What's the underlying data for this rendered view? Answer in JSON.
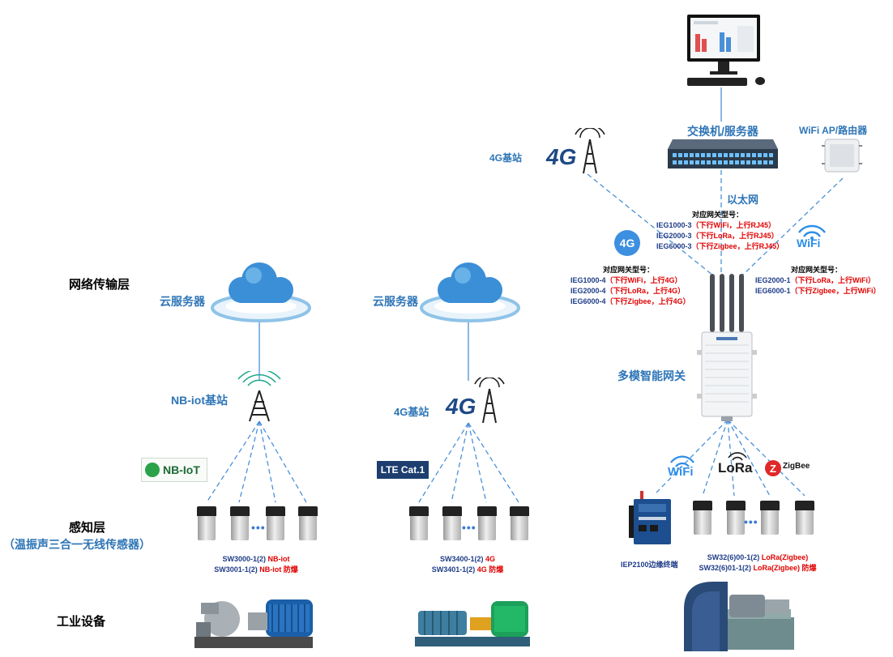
{
  "layers": {
    "network": "网络传输层",
    "perception": "感知层",
    "perception_sub": "（温振声三合一无线传感器）",
    "industrial": "工业设备"
  },
  "col1": {
    "cloud_label": "云服务器",
    "station_label": "NB-iot基站",
    "badge": "NB-IoT",
    "model1_prefix": "SW3000-1(2) ",
    "model1_red": "NB-iot",
    "model2_prefix": "SW3001-1(2) ",
    "model2_red": "NB-iot 防爆"
  },
  "col2": {
    "cloud_label": "云服务器",
    "station_label": "4G基站",
    "badge": "LTE Cat.1",
    "tower_text": "4G",
    "model1_prefix": "SW3400-1(2) ",
    "model1_red": "4G",
    "model2_prefix": "SW3401-1(2) ",
    "model2_red": "4G 防爆"
  },
  "col3": {
    "switch_label": "交换机/服务器",
    "wifi_ap_label": "WiFi AP/路由器",
    "station_label": "4G基站",
    "tower_text": "4G",
    "ethernet_label": "以太网",
    "gateway_label": "多模智能网关",
    "badge_4g": "4G",
    "wifi_text": "WiFi",
    "lora_text": "LoRa",
    "zigbee_text": "ZigBee",
    "edge_label": "IEP2100边缘终端",
    "group_top": {
      "title": "对应网关型号：",
      "rows": [
        {
          "model": "IEG1000-3",
          "p1": "（下行",
          "down": "WiFi",
          "p2": "，上行",
          "up": "RJ45",
          "p3": "）"
        },
        {
          "model": "IEG2000-3",
          "p1": "（下行",
          "down": "LoRa",
          "p2": "，上行",
          "up": "RJ45",
          "p3": "）"
        },
        {
          "model": "IEG6000-3",
          "p1": "（下行",
          "down": "Zigbee",
          "p2": "，上行",
          "up": "RJ45",
          "p3": "）"
        }
      ]
    },
    "group_left": {
      "title": "对应网关型号：",
      "rows": [
        {
          "model": "IEG1000-4",
          "p1": "（下行",
          "down": "WiFi",
          "p2": "，上行",
          "up": "4G",
          "p3": "）"
        },
        {
          "model": "IEG2000-4",
          "p1": "（下行",
          "down": "LoRa",
          "p2": "，上行",
          "up": "4G",
          "p3": "）"
        },
        {
          "model": "IEG6000-4",
          "p1": "（下行",
          "down": "Zigbee",
          "p2": "，上行",
          "up": "4G",
          "p3": "）"
        }
      ]
    },
    "group_right": {
      "title": "对应网关型号：",
      "rows": [
        {
          "model": "IEG2000-1",
          "p1": "（下行",
          "down": "LoRa",
          "p2": "，上行",
          "up": "WiFi",
          "p3": "）"
        },
        {
          "model": "IEG6000-1",
          "p1": "（下行",
          "down": "Zigbee",
          "p2": "，上行",
          "up": "WiFi",
          "p3": "）"
        }
      ]
    },
    "model1_prefix": "SW32(6)00-1(2) ",
    "model1_red": "LoRa(Zigbee)",
    "model2_prefix": "SW32(6)01-1(2) ",
    "model2_red": "LoRa(Zigbee) 防爆"
  },
  "colors": {
    "label_blue": "#2e75b6",
    "line_blue": "#4a90d9",
    "accent_red": "#e00000",
    "dark_navy": "#1f3c88"
  }
}
